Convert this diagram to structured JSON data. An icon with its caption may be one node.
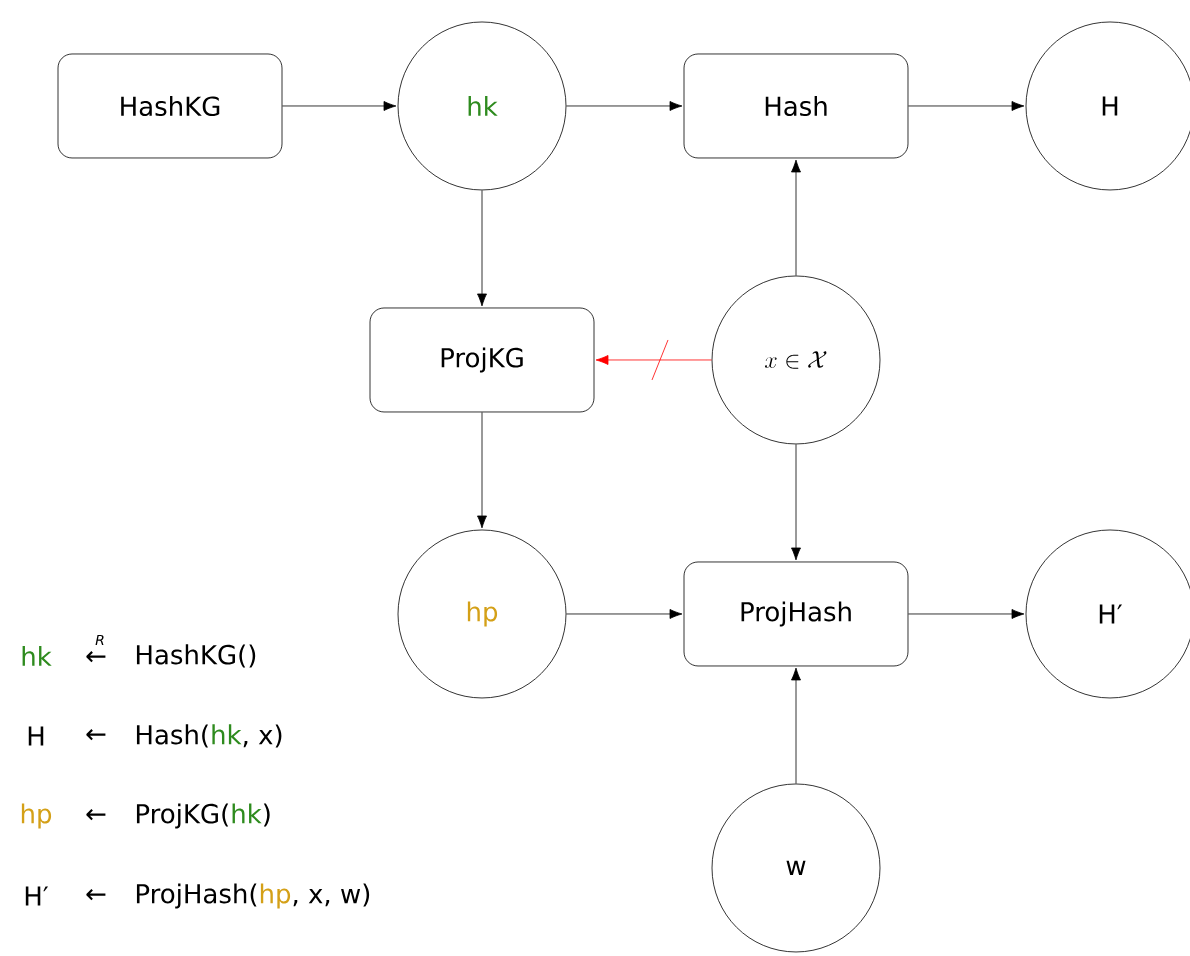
{
  "diagram": {
    "nodes": [
      {
        "text": [
          "HashKG"
        ]
      },
      {
        "text": [
          "hk"
        ]
      },
      {
        "text": [
          "Hash"
        ]
      },
      {
        "text": [
          "H"
        ]
      },
      {
        "text": [
          "ProjKG"
        ]
      },
      {
        "text": [
          "x \\in \\mathcal{X}"
        ]
      },
      {
        "text": [
          "hp"
        ]
      },
      {
        "text": [
          "ProjHash"
        ]
      },
      {
        "text": [
          "H′"
        ]
      },
      {
        "text": [
          "w"
        ]
      }
    ],
    "edges": [
      {
        "from": 0,
        "to": 1,
        "arrow": "to"
      },
      {
        "from": 1,
        "to": 2,
        "arrow": "to"
      },
      {
        "from": 2,
        "to": 3,
        "arrow": "to"
      },
      {
        "from": 1,
        "to": 4,
        "arrow": "to"
      },
      {
        "from": 5,
        "to": 4,
        "arrow": "to",
        "color": "#ff0000"
      },
      {
        "from": 5,
        "to": 2,
        "arrow": "to"
      },
      {
        "from": 5,
        "to": 7,
        "arrow": "to"
      },
      {
        "from": 4,
        "to": 6,
        "arrow": "to"
      },
      {
        "from": 6,
        "to": 7,
        "arrow": "to"
      },
      {
        "from": 7,
        "to": 8,
        "arrow": "to"
      },
      {
        "from": 9,
        "to": 7,
        "arrow": "to"
      }
    ],
    "labels": [
      "hk",
      "R",
      "←",
      "HashKG()",
      "H",
      "←",
      "Hash(",
      "hk",
      ", x)",
      "hp",
      "←",
      "ProjKG(",
      "hk",
      ")",
      "H′",
      "←",
      "ProjHash(",
      "hp",
      ", x, w)"
    ]
  }
}
